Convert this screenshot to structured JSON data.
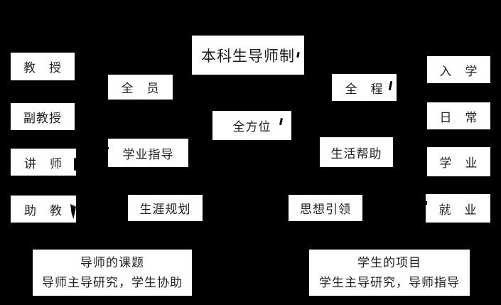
{
  "colors": {
    "background": "#000000",
    "node_fill": "#ffffff",
    "node_text": "#1f1f1f"
  },
  "nodes": {
    "title": "本科生导师制",
    "professor": "教　授",
    "associate_professor": "副教授",
    "lecturer": "讲　师",
    "teaching_assistant": "助　教",
    "all_members": "全　员",
    "academic_guidance": "学业指导",
    "all_round": "全方位",
    "whole_process": "全　程",
    "life_help": "生活帮助",
    "career_planning": "生涯规划",
    "thought_leading": "思想引领",
    "enrollment": "入　学",
    "daily": "日　常",
    "academics": "学　业",
    "employment": "就　业",
    "tutor_project_title": "导师的课题",
    "tutor_project_desc": "导师主导研究，学生协助",
    "student_project_title": "学生的项目",
    "student_project_desc": "学生主导研究，导师指导"
  }
}
